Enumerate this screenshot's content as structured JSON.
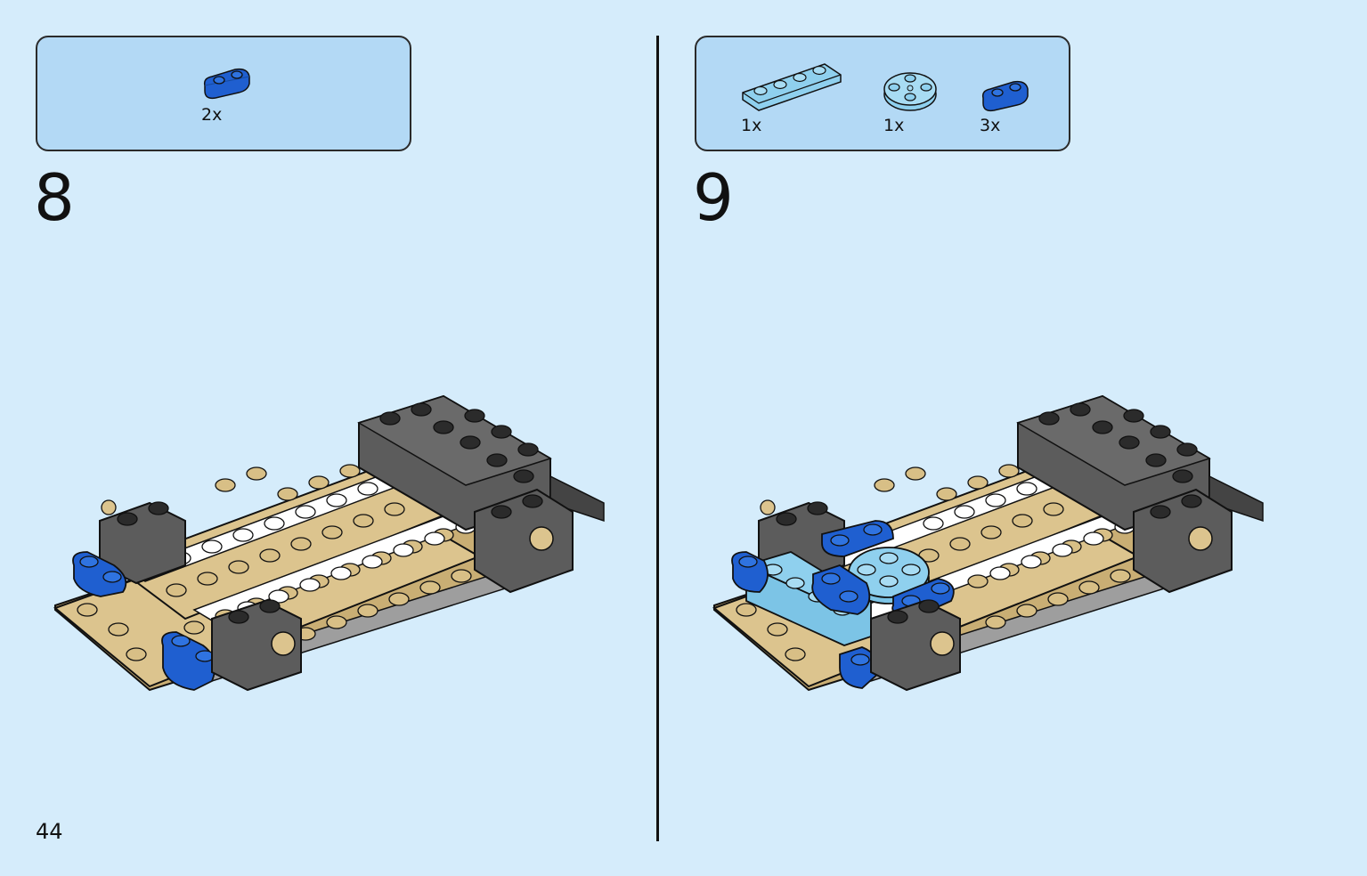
{
  "page": {
    "number": "44"
  },
  "steps": [
    {
      "number": "8",
      "parts": [
        {
          "name": "blue-1x2-rounded-plate",
          "color": "#1f5fd0",
          "quantity": "2x"
        }
      ]
    },
    {
      "number": "9",
      "parts": [
        {
          "name": "light-blue-1x4-plate",
          "color": "#8fd0ee",
          "quantity": "1x"
        },
        {
          "name": "light-blue-2x2-round-plate",
          "color": "#8fd0ee",
          "quantity": "1x"
        },
        {
          "name": "blue-1x2-rounded-plate",
          "color": "#1f5fd0",
          "quantity": "3x"
        }
      ]
    }
  ],
  "colors": {
    "background": "#d5ecfb",
    "parts_panel": "#b3d9f5",
    "tan": "#dcc48e",
    "white": "#ffffff",
    "dark_gray": "#5c5c5c",
    "blue": "#1f5fd0",
    "light_blue": "#8fd0ee"
  }
}
